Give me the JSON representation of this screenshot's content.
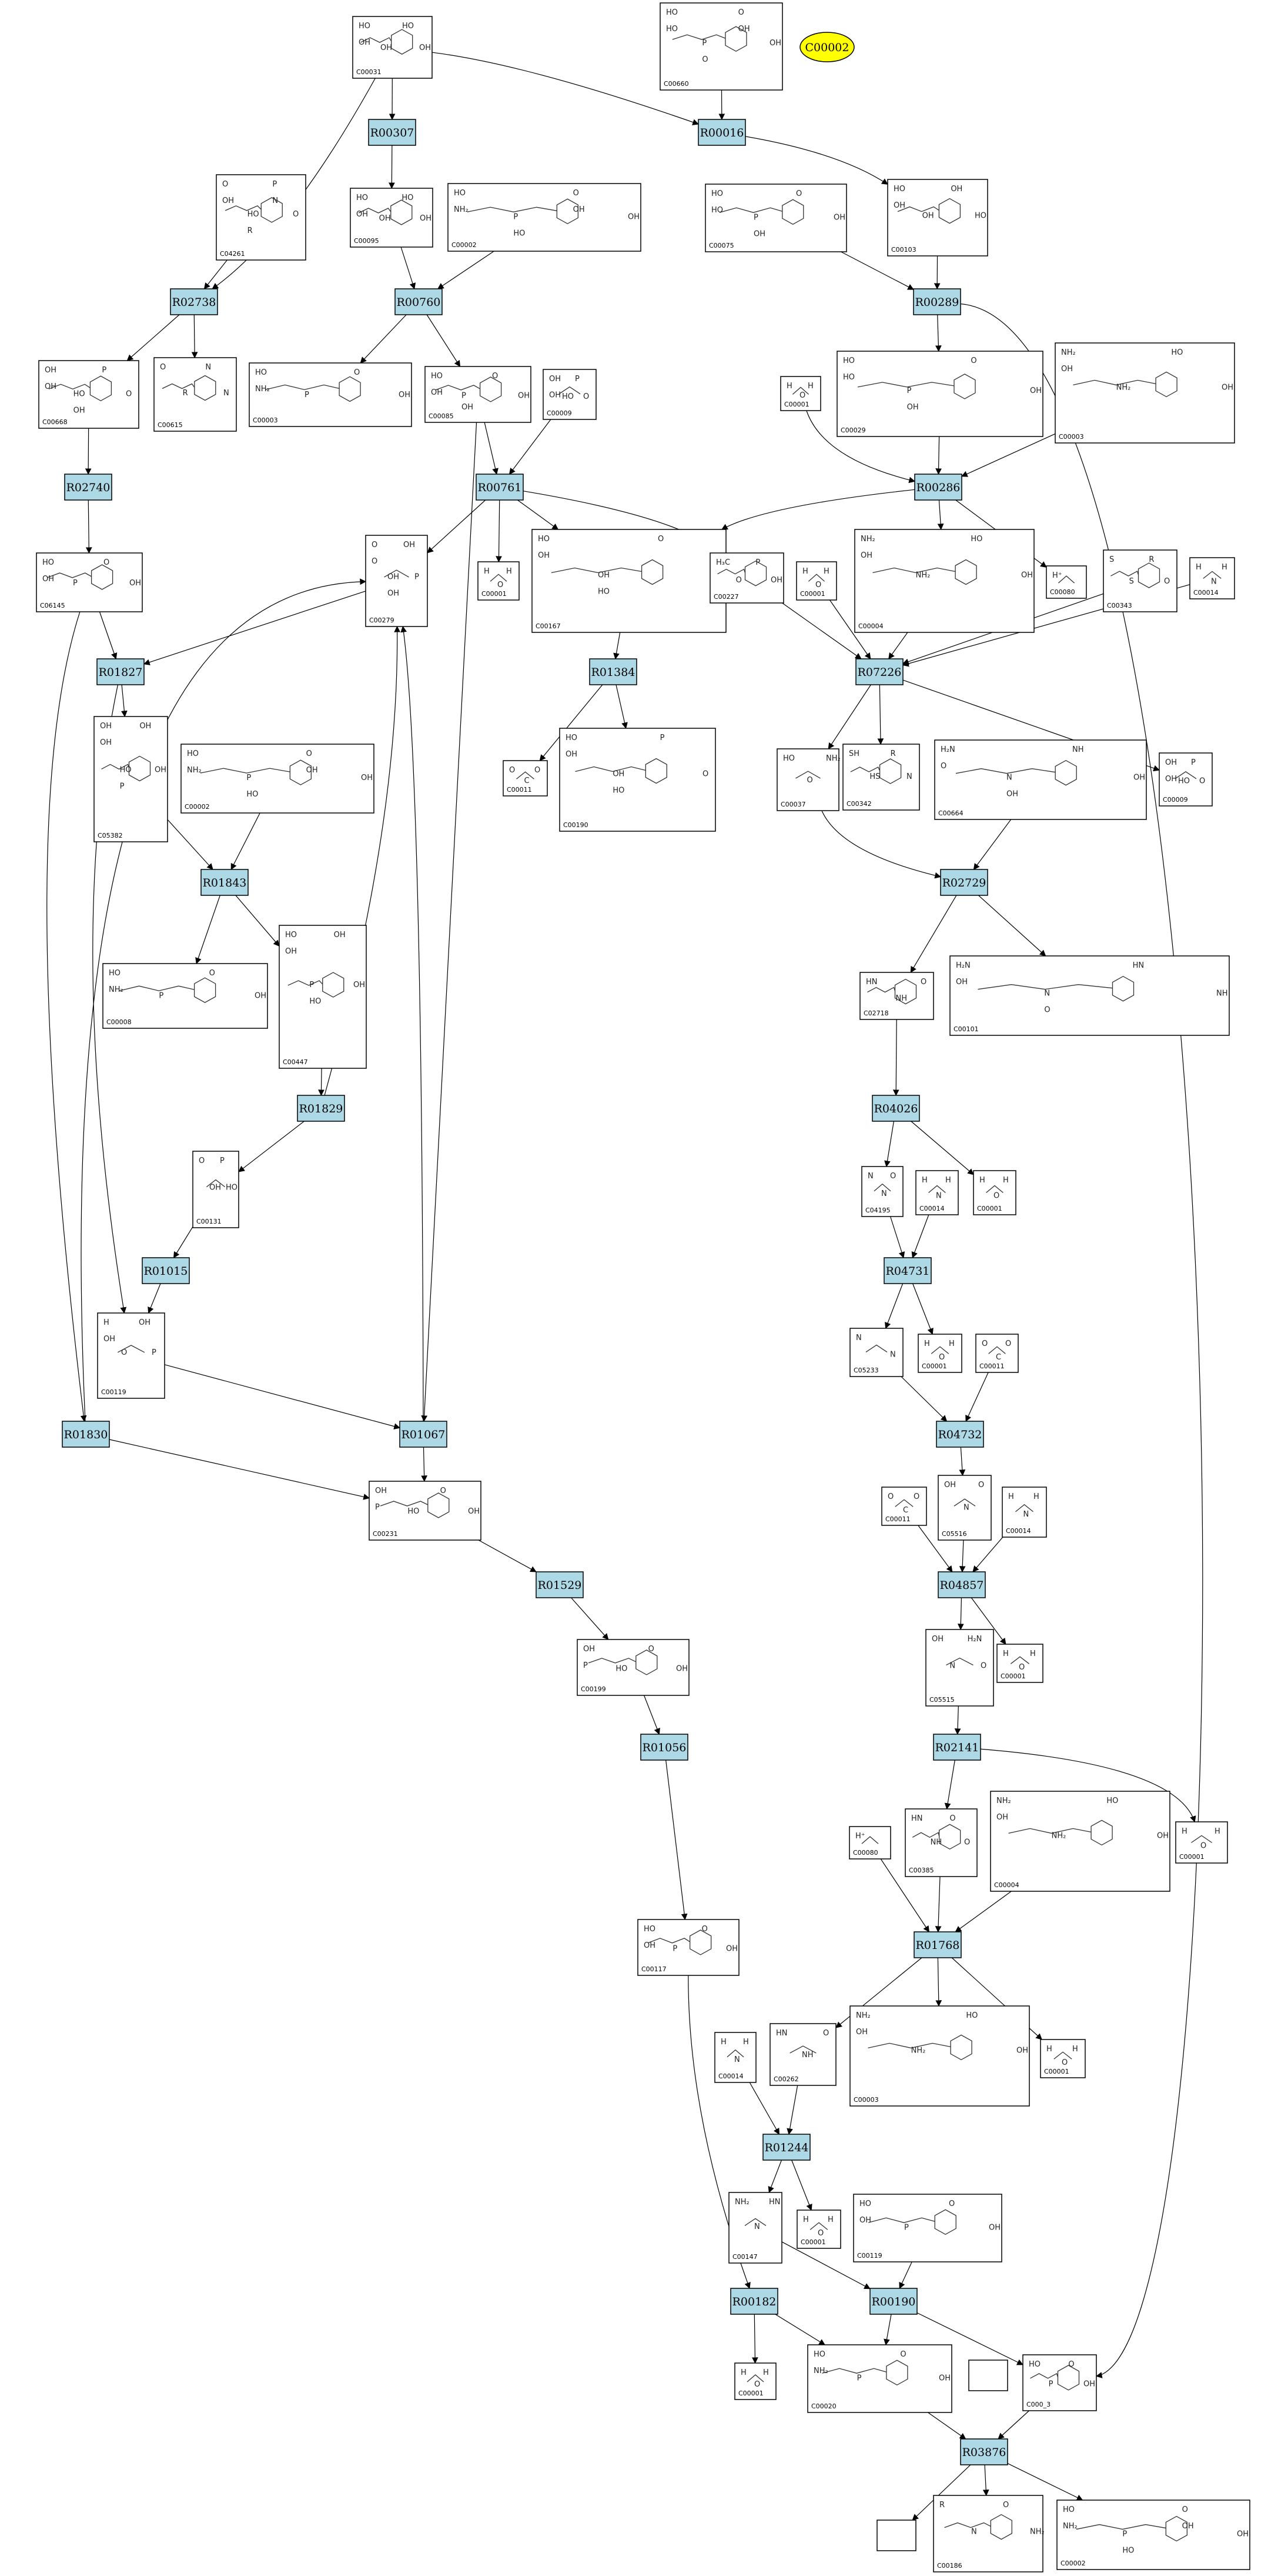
{
  "highlight": {
    "label": "C00002"
  },
  "reactions": [
    "R00307",
    "R00016",
    "R02738",
    "R00760",
    "R00289",
    "R02740",
    "R00761",
    "R00286",
    "R01827",
    "R01384",
    "R07226",
    "R01843",
    "R02729",
    "R01829",
    "R04026",
    "R01015",
    "R04731",
    "R01830",
    "R01067",
    "R04732",
    "R01529",
    "R04857",
    "R01056",
    "R02141",
    "R01768",
    "R01244",
    "R00182",
    "R00190",
    "R03876"
  ],
  "compounds": [
    {
      "id": "c00031a",
      "label": "C00031",
      "atoms": [
        "HO",
        "OH",
        "HO",
        "OH",
        "OH"
      ]
    },
    {
      "id": "c00660",
      "label": "C00660",
      "atoms": [
        "HO",
        "P",
        "O",
        "OH",
        "HO",
        "O",
        "OH"
      ]
    },
    {
      "id": "c04261",
      "label": "C04261",
      "atoms": [
        "O",
        "HO",
        "P",
        "O",
        "OH",
        "R",
        "N"
      ]
    },
    {
      "id": "c00095",
      "label": "C00095",
      "atoms": [
        "HO",
        "OH",
        "HO",
        "OH",
        "OH"
      ]
    },
    {
      "id": "c00002a",
      "label": "C00002",
      "atoms": [
        "HO",
        "P",
        "O",
        "OH",
        "NH₂",
        "HO",
        "OH"
      ]
    },
    {
      "id": "c00075",
      "label": "C00075",
      "atoms": [
        "HO",
        "P",
        "O",
        "OH",
        "HO",
        "OH"
      ]
    },
    {
      "id": "c00103",
      "label": "C00103",
      "atoms": [
        "HO",
        "OH",
        "OH",
        "HO",
        "OH"
      ]
    },
    {
      "id": "c00668",
      "label": "C00668",
      "atoms": [
        "OH",
        "HO",
        "P",
        "O",
        "OH",
        "OH"
      ]
    },
    {
      "id": "c00615",
      "label": "C00615",
      "atoms": [
        "O",
        "R",
        "N",
        "N"
      ]
    },
    {
      "id": "c00003a",
      "label": "C00003",
      "atoms": [
        "HO",
        "P",
        "O",
        "OH",
        "NH₂"
      ]
    },
    {
      "id": "c00085",
      "label": "C00085",
      "atoms": [
        "HO",
        "P",
        "O",
        "OH",
        "OH",
        "OH"
      ]
    },
    {
      "id": "c00009a",
      "label": "C00009",
      "atoms": [
        "OH",
        "HO",
        "P",
        "O",
        "OH"
      ]
    },
    {
      "id": "c00029",
      "label": "C00029",
      "atoms": [
        "HO",
        "P",
        "O",
        "OH",
        "HO",
        "OH"
      ]
    },
    {
      "id": "c00003b",
      "label": "C00003",
      "atoms": [
        "NH₂",
        "NH₂",
        "HO",
        "OH",
        "OH"
      ]
    },
    {
      "id": "c00001a",
      "label": "C00001",
      "atoms": [
        "H",
        "O",
        "H"
      ]
    },
    {
      "id": "c06145",
      "label": "C06145",
      "atoms": [
        "HO",
        "P",
        "O",
        "OH",
        "OH"
      ]
    },
    {
      "id": "c00279",
      "label": "C00279",
      "atoms": [
        "O",
        "OH",
        "OH",
        "P",
        "O",
        "OH"
      ]
    },
    {
      "id": "c00001b",
      "label": "C00001",
      "atoms": [
        "H",
        "O",
        "H"
      ]
    },
    {
      "id": "c00167",
      "label": "C00167",
      "atoms": [
        "HO",
        "OH",
        "O",
        "P",
        "OH",
        "HO"
      ]
    },
    {
      "id": "c00227",
      "label": "C00227",
      "atoms": [
        "H₃C",
        "O",
        "P",
        "OH"
      ]
    },
    {
      "id": "c00001c",
      "label": "C00001",
      "atoms": [
        "H",
        "O",
        "H"
      ]
    },
    {
      "id": "c00004a",
      "label": "C00004",
      "atoms": [
        "NH₂",
        "NH₂",
        "HO",
        "OH",
        "OH"
      ]
    },
    {
      "id": "c00080a",
      "label": "C00080",
      "atoms": [
        "H⁺"
      ]
    },
    {
      "id": "c00343",
      "label": "C00343",
      "atoms": [
        "S",
        "S",
        "R",
        "O"
      ]
    },
    {
      "id": "c00014a",
      "label": "C00014",
      "atoms": [
        "H",
        "N",
        "H"
      ]
    },
    {
      "id": "c05382",
      "label": "C05382",
      "atoms": [
        "OH",
        "HO",
        "OH",
        "OH",
        "OH",
        "P"
      ]
    },
    {
      "id": "c00002b",
      "label": "C00002",
      "atoms": [
        "HO",
        "P",
        "O",
        "OH",
        "NH₂",
        "HO",
        "OH"
      ]
    },
    {
      "id": "c00011a",
      "label": "C00011",
      "atoms": [
        "O",
        "C",
        "O"
      ]
    },
    {
      "id": "c00190",
      "label": "C00190",
      "atoms": [
        "HO",
        "OH",
        "P",
        "O",
        "OH",
        "HO"
      ]
    },
    {
      "id": "c00037",
      "label": "C00037",
      "atoms": [
        "HO",
        "O",
        "NH₂"
      ]
    },
    {
      "id": "c00342",
      "label": "C00342",
      "atoms": [
        "SH",
        "HS",
        "R",
        "N"
      ]
    },
    {
      "id": "c00664",
      "label": "C00664",
      "atoms": [
        "H₂N",
        "N",
        "NH",
        "OH",
        "O",
        "OH"
      ]
    },
    {
      "id": "c00009b",
      "label": "C00009",
      "atoms": [
        "OH",
        "HO",
        "P",
        "O",
        "OH"
      ]
    },
    {
      "id": "c00008",
      "label": "C00008",
      "atoms": [
        "HO",
        "P",
        "O",
        "OH",
        "NH₂"
      ]
    },
    {
      "id": "c00447",
      "label": "C00447",
      "atoms": [
        "HO",
        "P",
        "OH",
        "OH",
        "OH",
        "HO"
      ]
    },
    {
      "id": "c02718",
      "label": "C02718",
      "atoms": [
        "HN",
        "NH",
        "O"
      ]
    },
    {
      "id": "c00101",
      "label": "C00101",
      "atoms": [
        "H₂N",
        "N",
        "HN",
        "NH",
        "OH",
        "O"
      ]
    },
    {
      "id": "c00131",
      "label": "C00131",
      "atoms": [
        "O",
        "OH",
        "P",
        "HO"
      ]
    },
    {
      "id": "c04195",
      "label": "C04195",
      "atoms": [
        "N",
        "N",
        "O"
      ]
    },
    {
      "id": "c00014b",
      "label": "C00014",
      "atoms": [
        "H",
        "N",
        "H"
      ]
    },
    {
      "id": "c00001d",
      "label": "C00001",
      "atoms": [
        "H",
        "O",
        "H"
      ]
    },
    {
      "id": "c00119",
      "label": "C00119",
      "atoms": [
        "H",
        "O",
        "OH",
        "P",
        "OH"
      ]
    },
    {
      "id": "c05233",
      "label": "C05233",
      "atoms": [
        "N",
        "N"
      ]
    },
    {
      "id": "c00001e",
      "label": "C00001",
      "atoms": [
        "H",
        "O",
        "H"
      ]
    },
    {
      "id": "c00011b",
      "label": "C00011",
      "atoms": [
        "O",
        "C",
        "O"
      ]
    },
    {
      "id": "c00231",
      "label": "C00231",
      "atoms": [
        "OH",
        "HO",
        "O",
        "OH",
        "P"
      ]
    },
    {
      "id": "c00011c",
      "label": "C00011",
      "atoms": [
        "O",
        "C",
        "O"
      ]
    },
    {
      "id": "c05516",
      "label": "C05516",
      "atoms": [
        "OH",
        "N",
        "O"
      ]
    },
    {
      "id": "c00014c",
      "label": "C00014",
      "atoms": [
        "H",
        "N",
        "H"
      ]
    },
    {
      "id": "c00199",
      "label": "C00199",
      "atoms": [
        "OH",
        "HO",
        "O",
        "OH",
        "P"
      ]
    },
    {
      "id": "c05515",
      "label": "C05515",
      "atoms": [
        "OH",
        "N",
        "H₂N",
        "O"
      ]
    },
    {
      "id": "c00001f",
      "label": "C00001",
      "atoms": [
        "H",
        "O",
        "H"
      ]
    },
    {
      "id": "c00001g",
      "label": "C00001",
      "atoms": [
        "H",
        "O",
        "H"
      ]
    },
    {
      "id": "c00080b",
      "label": "C00080",
      "atoms": [
        "H⁺"
      ]
    },
    {
      "id": "c00385",
      "label": "C00385",
      "atoms": [
        "HN",
        "NH",
        "O",
        "O"
      ]
    },
    {
      "id": "c00004b",
      "label": "C00004",
      "atoms": [
        "NH₂",
        "NH₂",
        "HO",
        "OH",
        "OH"
      ]
    },
    {
      "id": "c00117",
      "label": "C00117",
      "atoms": [
        "HO",
        "P",
        "O",
        "OH",
        "OH"
      ]
    },
    {
      "id": "c00014d",
      "label": "C00014",
      "atoms": [
        "H",
        "N",
        "H"
      ]
    },
    {
      "id": "c00262",
      "label": "C00262",
      "atoms": [
        "HN",
        "NH",
        "O"
      ]
    },
    {
      "id": "c00003c",
      "label": "C00003",
      "atoms": [
        "NH₂",
        "NH₂",
        "HO",
        "OH",
        "OH"
      ]
    },
    {
      "id": "c00001h",
      "label": "C00001",
      "atoms": [
        "H",
        "O",
        "H"
      ]
    },
    {
      "id": "c00147",
      "label": "C00147",
      "atoms": [
        "NH₂",
        "N",
        "HN"
      ]
    },
    {
      "id": "c00001i",
      "label": "C00001",
      "atoms": [
        "H",
        "O",
        "H"
      ]
    },
    {
      "id": "c00119b",
      "label": "C00119",
      "atoms": [
        "HO",
        "P",
        "O",
        "OH",
        "OH"
      ]
    },
    {
      "id": "c00001j",
      "label": "C00001",
      "atoms": [
        "H",
        "O",
        "H"
      ]
    },
    {
      "id": "c00020",
      "label": "C00020",
      "atoms": [
        "HO",
        "P",
        "O",
        "OH",
        "NH₂"
      ]
    },
    {
      "id": "c00013",
      "label": "C000_3",
      "atoms": [
        "HO",
        "P",
        "O",
        "OH"
      ]
    },
    {
      "id": "c00186",
      "label": "C00186",
      "atoms": [
        "R",
        "N",
        "O",
        "NH₂"
      ]
    },
    {
      "id": "c00002c",
      "label": "C00002",
      "atoms": [
        "HO",
        "P",
        "O",
        "OH",
        "NH₂",
        "HO",
        "OH"
      ]
    }
  ]
}
